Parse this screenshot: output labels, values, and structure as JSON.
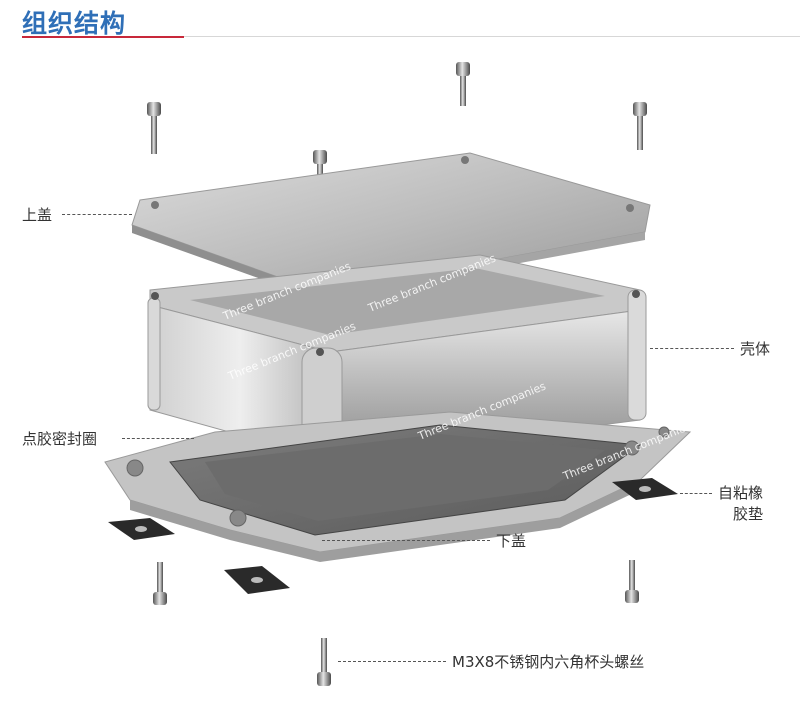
{
  "title": "组织结构",
  "labels": {
    "top_cover": "上盖",
    "shell": "壳体",
    "gasket": "点胶密封圈",
    "self_adhesive_pad_line1": "自粘橡",
    "self_adhesive_pad_line2": "胶垫",
    "bottom_cover": "下盖",
    "screw": "M3X8不锈钢内六角杯头螺丝"
  },
  "watermark": "Three branch companies",
  "colors": {
    "title": "#2f6fb7",
    "accent_line": "#c8283a",
    "label": "#333333"
  }
}
